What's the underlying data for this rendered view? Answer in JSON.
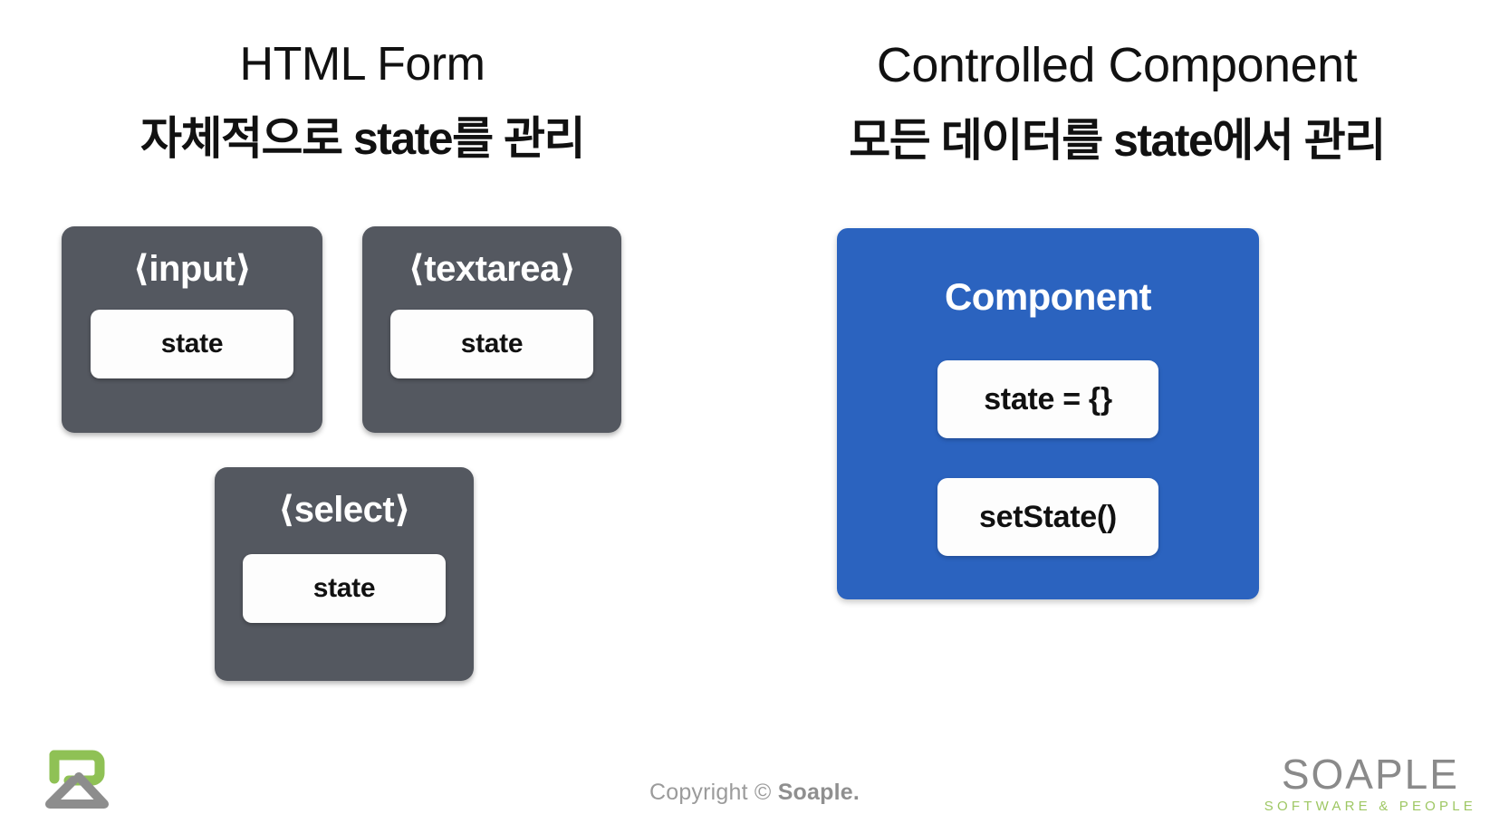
{
  "slide": {
    "background_color": "#ffffff",
    "accent_blue": "#2b63bf",
    "card_gray": "#545860",
    "brand_green": "#8fc155",
    "muted_gray": "#9b9b9b"
  },
  "left_column": {
    "title": "HTML Form",
    "subtitle": "자체적으로 state를 관리",
    "cards": [
      {
        "label": "⟨input⟩",
        "chip": "state"
      },
      {
        "label": "⟨textarea⟩",
        "chip": "state"
      },
      {
        "label": "⟨select⟩",
        "chip": "state"
      }
    ]
  },
  "right_column": {
    "title": "Controlled Component",
    "subtitle": "모든 데이터를 state에서 관리",
    "component": {
      "title": "Component",
      "chips": [
        {
          "label": "state = {}"
        },
        {
          "label": "setState()"
        }
      ]
    }
  },
  "footer": {
    "copyright_prefix": "Copyright © ",
    "copyright_brand": "Soaple.",
    "logo": {
      "word": "SOAPLE",
      "tagline": "SOFTWARE & PEOPLE"
    }
  }
}
